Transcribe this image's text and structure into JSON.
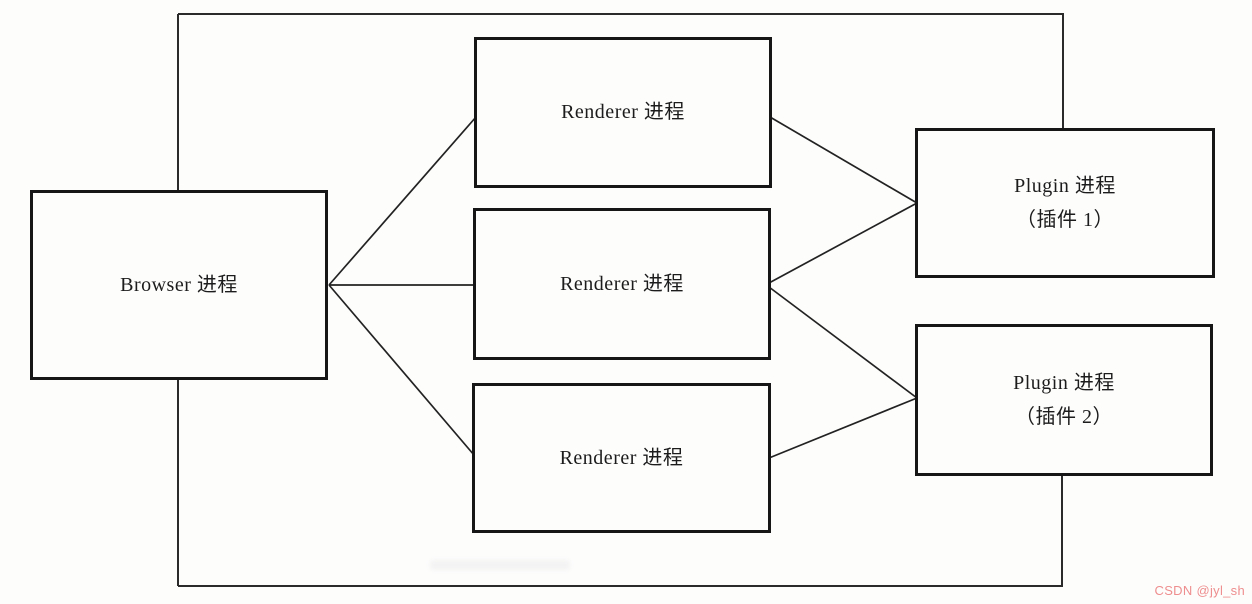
{
  "diagram": {
    "boxes": {
      "browser": {
        "label": "Browser 进程"
      },
      "renderer1": {
        "label": "Renderer 进程"
      },
      "renderer2": {
        "label": "Renderer 进程"
      },
      "renderer3": {
        "label": "Renderer 进程"
      },
      "plugin1": {
        "line1": "Plugin 进程",
        "line2": "（插件 1）"
      },
      "plugin2": {
        "line1": "Plugin 进程",
        "line2": "（插件 2）"
      }
    },
    "connections": [
      "browser-renderer1",
      "browser-renderer2",
      "browser-renderer3",
      "renderer1-plugin1",
      "renderer2-plugin1",
      "renderer2-plugin2",
      "renderer3-plugin2"
    ],
    "watermark": "CSDN @jyl_sh",
    "colors": {
      "line": "#222222",
      "box_border": "#161616",
      "watermark": "#ee8e8e",
      "background": "#fdfdfc"
    }
  }
}
